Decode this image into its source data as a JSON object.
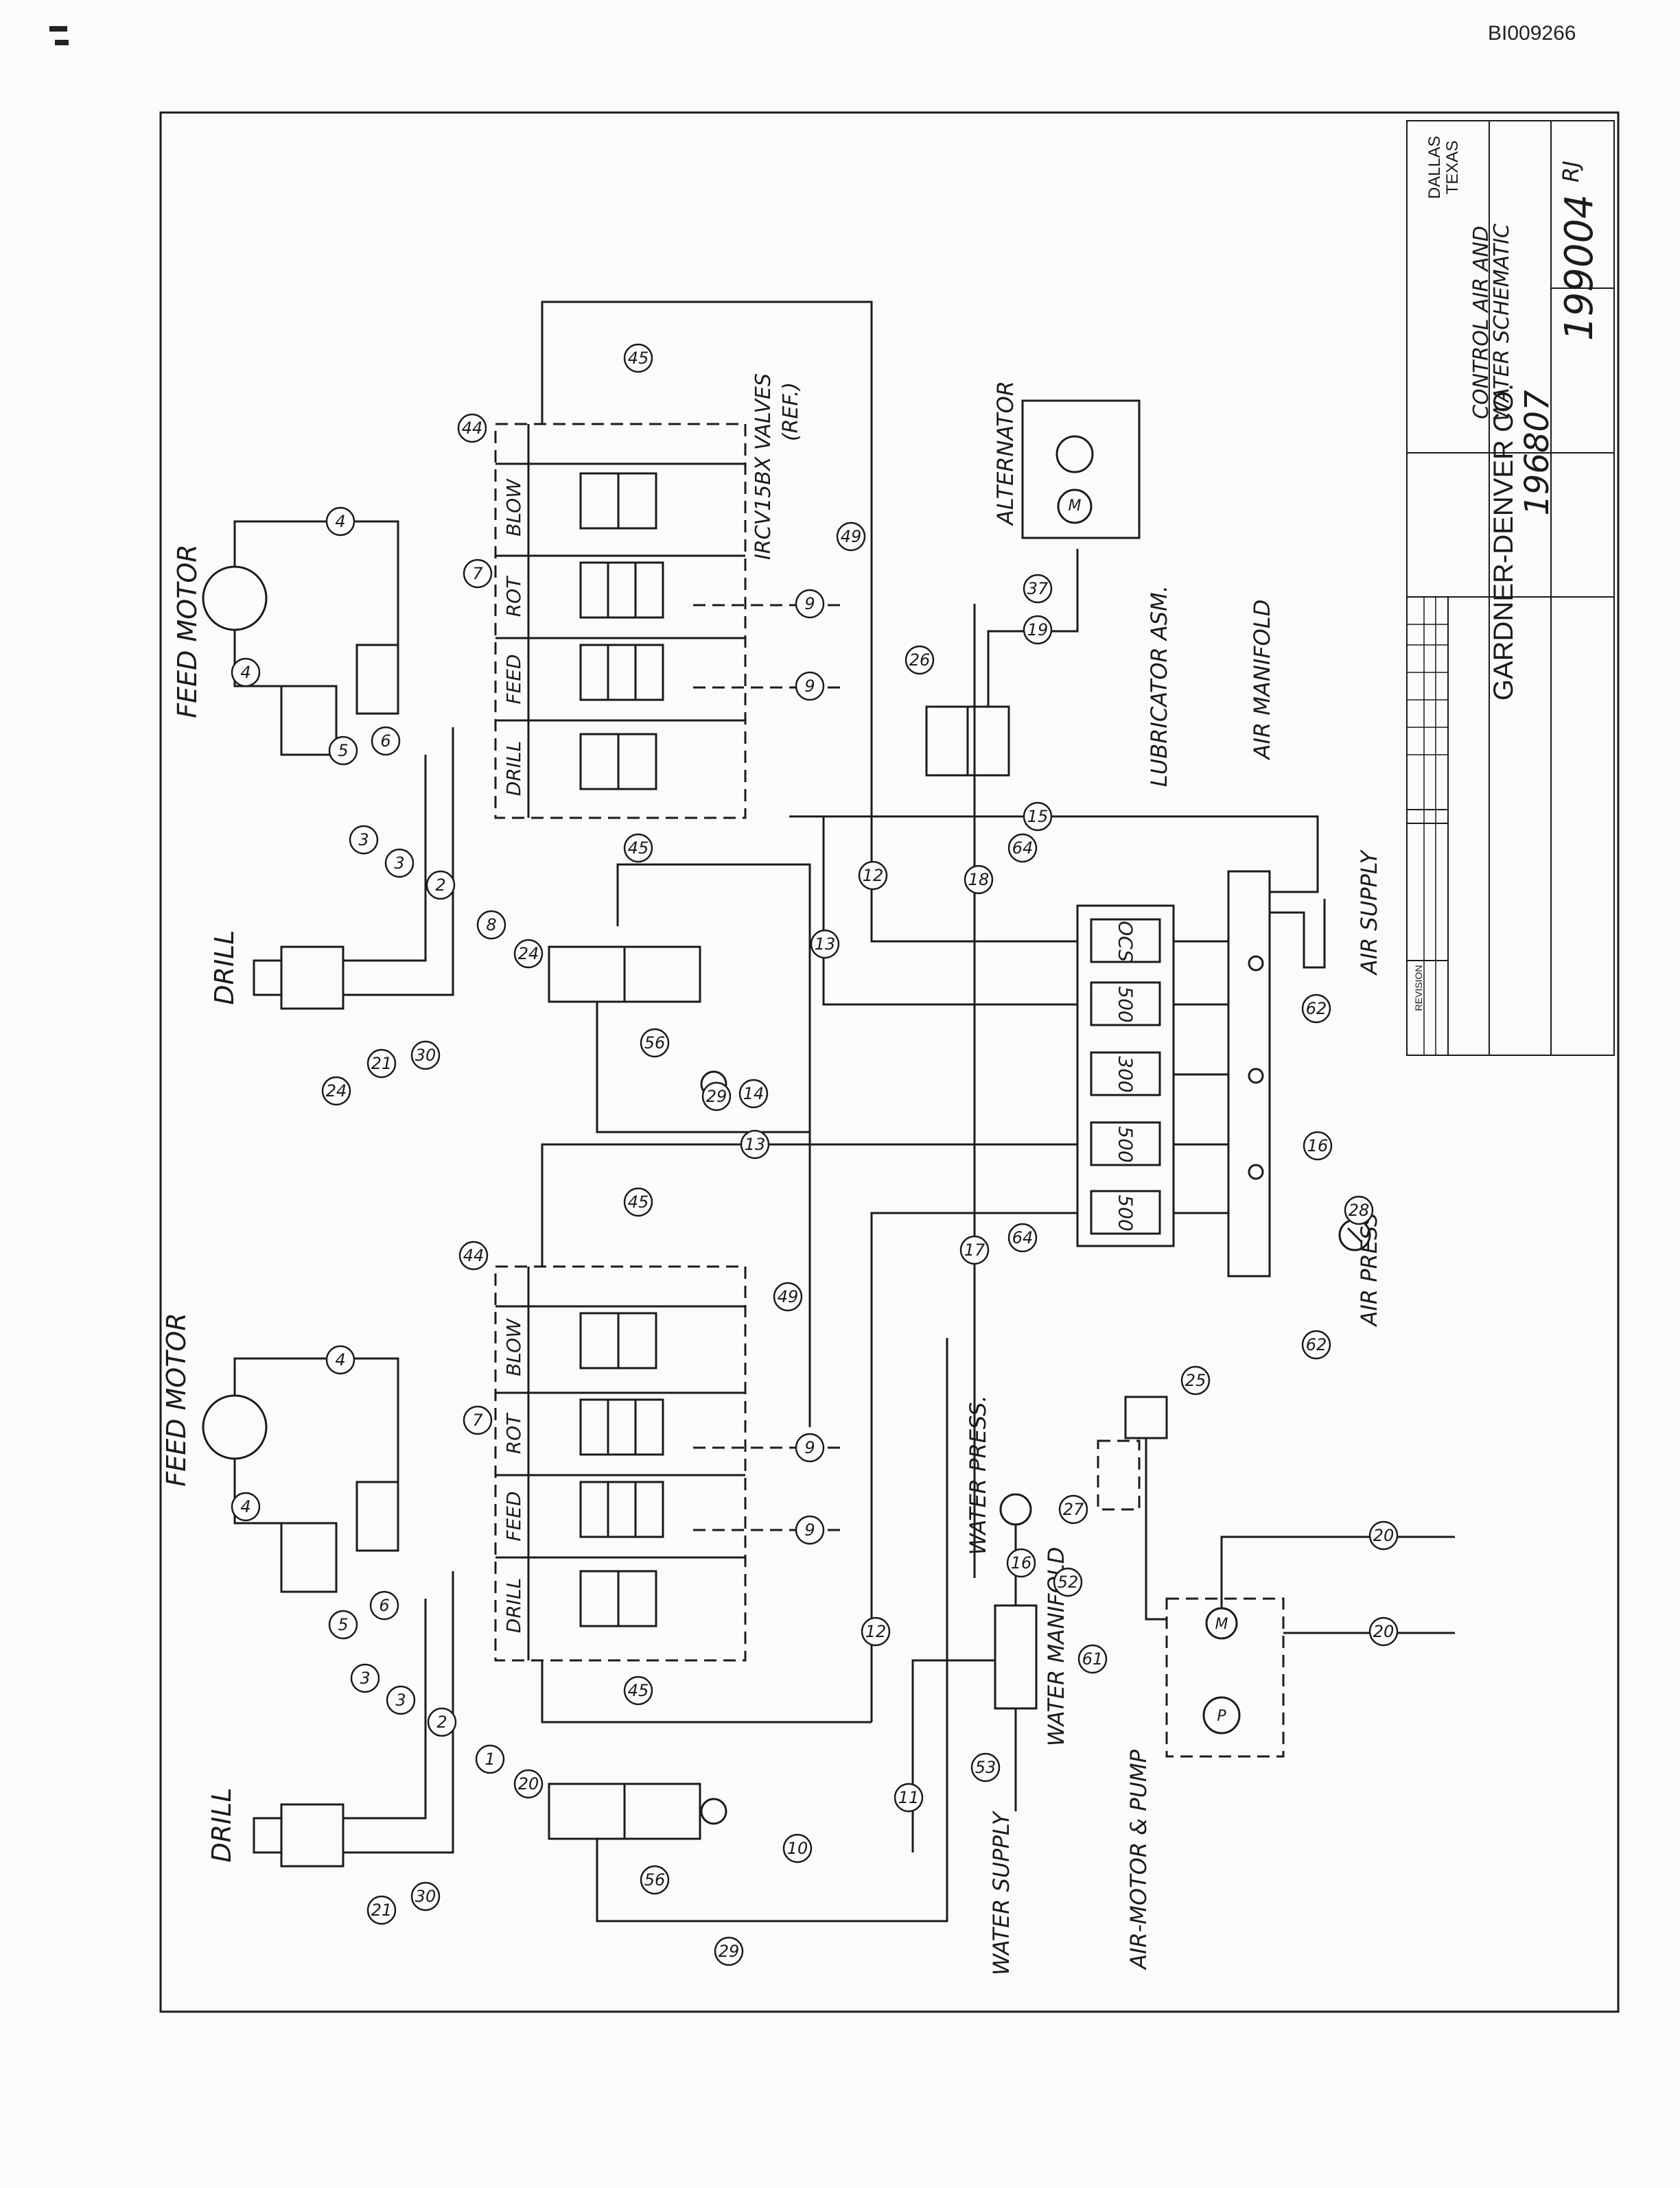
{
  "document_id": "BI009266",
  "labels": {
    "feed_motor_top": "FEED MOTOR",
    "feed_motor_bottom": "FEED MOTOR",
    "drill_top": "DRILL",
    "drill_bottom": "DRILL",
    "valves_ref": "IRCV15BX VALVES",
    "valves_ref2": "(REF.)",
    "alternator": "ALTERNATOR",
    "lubricator": "LUBRICATOR ASM.",
    "air_manifold": "AIR MANIFOLD",
    "air_supply": "AIR SUPPLY",
    "air_press": "AIR PRESS",
    "water_press": "WATER PRESS.",
    "water_manifold": "WATER MANIFOLD",
    "water_supply": "WATER SUPPLY",
    "air_motor_pump": "AIR-MOTOR & PUMP",
    "valve_drill": "DRILL",
    "valve_feed": "FEED",
    "valve_rot": "ROT",
    "valve_blow": "BLOW",
    "lub_cells": [
      "OCS",
      "500",
      "300",
      "500",
      "500"
    ],
    "motor_m": "M",
    "pump_p": "P"
  },
  "title_block": {
    "company": "GARDNER-DENVER CO.",
    "city": "DALLAS",
    "state": "TEXAS",
    "name_line1": "CONTROL AIR AND",
    "name_line2": "WATER SCHEMATIC",
    "eng_ref": "196807",
    "drawing_no": "199004",
    "revision_hdr": "REVISION",
    "initials": "RJ"
  }
}
